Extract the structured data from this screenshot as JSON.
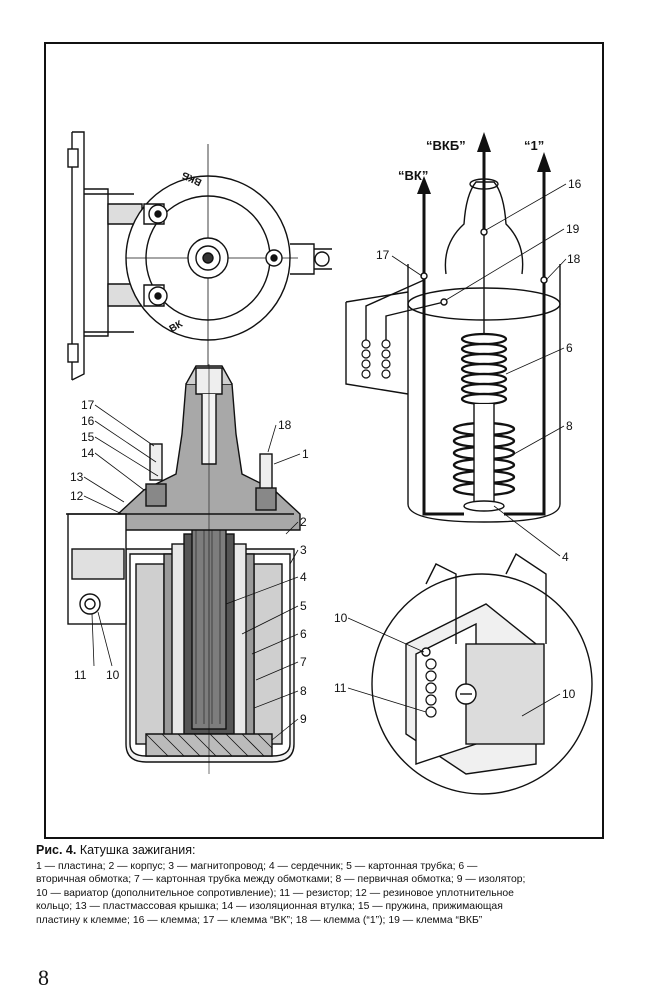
{
  "figure": {
    "label": "Рис. 4.",
    "title": "Катушка зажигания:",
    "legend_lines": [
      "1 — пластина; 2 — корпус; 3 — магнитопровод; 4 — сердечник; 5 — картонная трубка; 6 —",
      "вторичная обмотка; 7 — картонная трубка между обмотками; 8 — первичная обмотка; 9 — изолятор;",
      "10 — вариатор (дополнительное сопротивление); 11 — резистор; 12 — резиновое уплотнительное",
      "кольцо; 13 — пластмассовая крышка; 14 — изоляционная втулка; 15 — пружина, прижимающая",
      "пластину к клемме; 16 — клемма; 17 — клемма “ВК”; 18 — клемма (“1”); 19 — клемма “ВКБ”"
    ]
  },
  "drawing": {
    "top_view_labels": {
      "vkb": "ВКБ",
      "vk": "ВК"
    },
    "terminal_labels": {
      "vkb": "“ВКБ”",
      "vk": "“ВК”",
      "one": "“1”"
    },
    "section_callouts": {
      "n17": "17",
      "n16": "16",
      "n15": "15",
      "n14": "14",
      "n13": "13",
      "n12": "12",
      "n11": "11",
      "n10": "10",
      "n18": "18",
      "n1": "1",
      "n2": "2",
      "n3": "3",
      "n4": "4",
      "n5": "5",
      "n6": "6",
      "n7": "7",
      "n8": "8",
      "n9": "9"
    },
    "schematic_callouts": {
      "n16": "16",
      "n19": "19",
      "n17": "17",
      "n18": "18",
      "n6": "6",
      "n8": "8",
      "n4": "4"
    },
    "detail_callouts": {
      "n10a": "10",
      "n11": "11",
      "n10b": "10"
    }
  },
  "page": {
    "number": "8"
  }
}
